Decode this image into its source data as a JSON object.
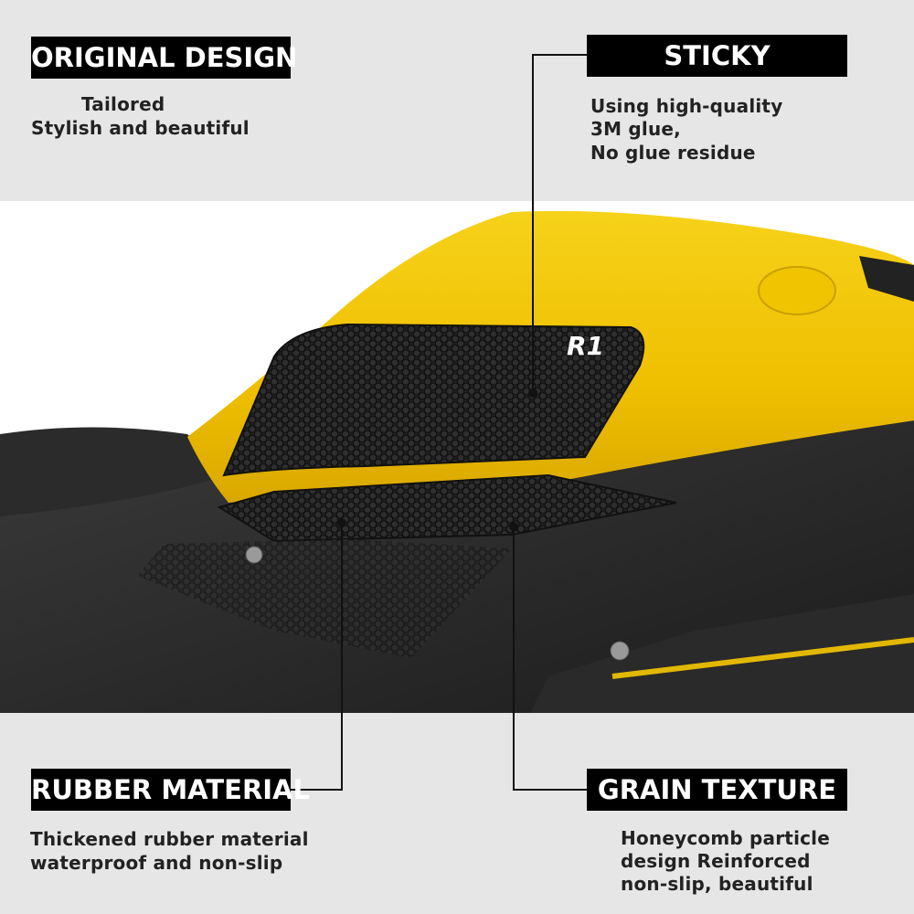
{
  "features": {
    "original_design": {
      "title": "ORIGINAL DESIGN",
      "line1": "Tailored",
      "line2": "Stylish and beautiful"
    },
    "sticky": {
      "title": "STICKY",
      "line1": "Using high-quality",
      "line2": "3M glue,",
      "line3": "No glue residue"
    },
    "rubber_material": {
      "title": "RUBBER MATERIAL",
      "line1": "Thickened rubber material",
      "line2": "waterproof and non-slip"
    },
    "grain_texture": {
      "title": "GRAIN TEXTURE",
      "line1": "Honeycomb particle",
      "line2": "design Reinforced",
      "line3": "non-slip, beautiful"
    }
  },
  "photo": {
    "pad_logo": "R1"
  },
  "colors": {
    "tank_yellow": "#f2c200",
    "pad_black": "#1a1a1a",
    "panel_gray": "#e6e6e6",
    "label_black": "#000000"
  }
}
